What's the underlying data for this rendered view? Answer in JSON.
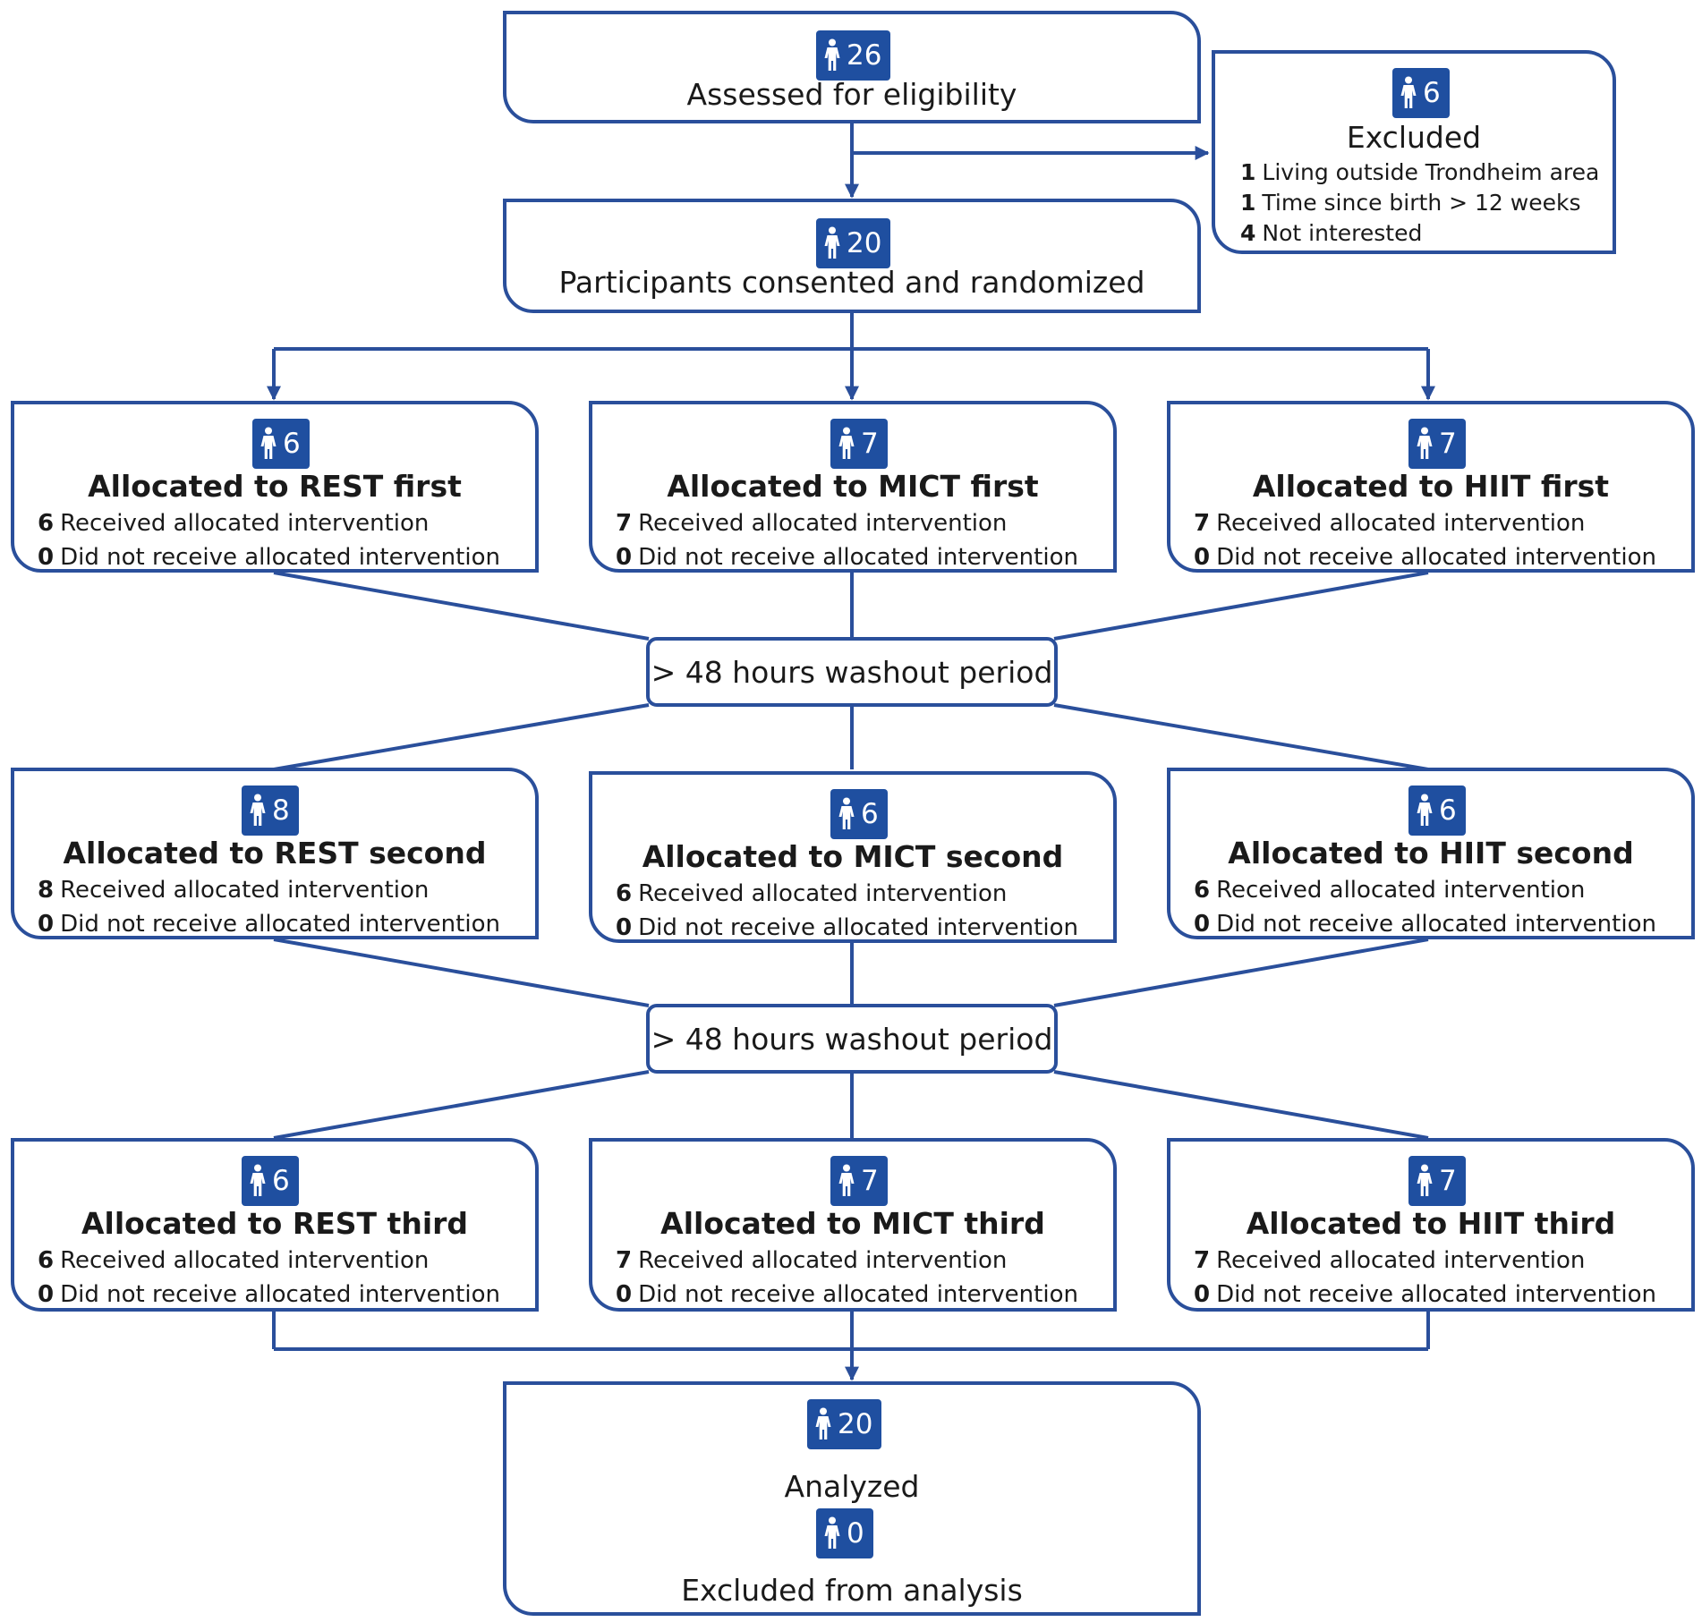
{
  "assessed": {
    "count": "26",
    "label": "Assessed for eligibility"
  },
  "excluded": {
    "count": "6",
    "title": "Excluded",
    "reasons": [
      {
        "n": "1",
        "text": "Living outside Trondheim area"
      },
      {
        "n": "1",
        "text": "Time since birth > 12 weeks"
      },
      {
        "n": "4",
        "text": "Not interested"
      }
    ]
  },
  "randomized": {
    "count": "20",
    "label": "Participants consented and randomized"
  },
  "washout": {
    "label": "> 48 hours washout period"
  },
  "received_text": "Received allocated intervention",
  "not_received_text": "Did not receive allocated intervention",
  "rounds": [
    [
      {
        "count": "6",
        "title": "Allocated to REST first",
        "received": "6",
        "not_received": "0"
      },
      {
        "count": "7",
        "title": "Allocated to MICT first",
        "received": "7",
        "not_received": "0"
      },
      {
        "count": "7",
        "title": "Allocated to HIIT first",
        "received": "7",
        "not_received": "0"
      }
    ],
    [
      {
        "count": "8",
        "title": "Allocated to REST second",
        "received": "8",
        "not_received": "0"
      },
      {
        "count": "6",
        "title": "Allocated to MICT second",
        "received": "6",
        "not_received": "0"
      },
      {
        "count": "6",
        "title": "Allocated to HIIT second",
        "received": "6",
        "not_received": "0"
      }
    ],
    [
      {
        "count": "6",
        "title": "Allocated to REST third",
        "received": "6",
        "not_received": "0"
      },
      {
        "count": "7",
        "title": "Allocated to MICT third",
        "received": "7",
        "not_received": "0"
      },
      {
        "count": "7",
        "title": "Allocated to HIIT third",
        "received": "7",
        "not_received": "0"
      }
    ]
  ],
  "analyzed": {
    "count": "20",
    "label": "Analyzed",
    "excluded_count": "0",
    "excluded_label": "Excluded from analysis"
  },
  "colors": {
    "box_border": "#2a4f9b",
    "badge": "#1f4fa0",
    "text": "#1a1a1a"
  },
  "icons": {
    "badge": "person-icon"
  }
}
